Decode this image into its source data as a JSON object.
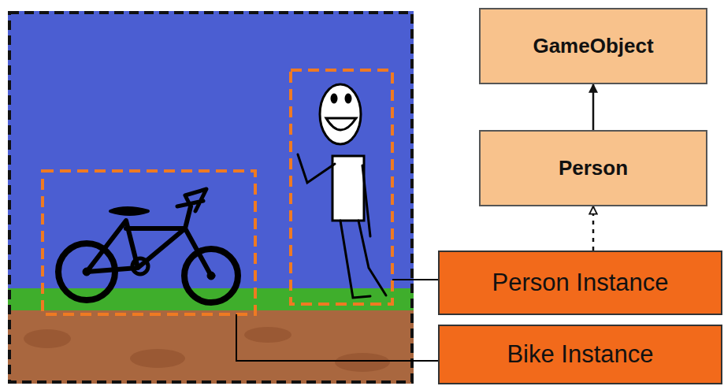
{
  "diagram": {
    "nodes": [
      {
        "text": [
          "GameObject"
        ]
      },
      {
        "text": [
          "Person"
        ]
      },
      {
        "text": [
          "Person Instance"
        ]
      },
      {
        "text": [
          "Bike Instance"
        ]
      }
    ],
    "edges": [
      {
        "from": 1,
        "to": 0,
        "arrow": "to"
      },
      {
        "from": 2,
        "to": 1,
        "arrow": "to"
      }
    ]
  }
}
